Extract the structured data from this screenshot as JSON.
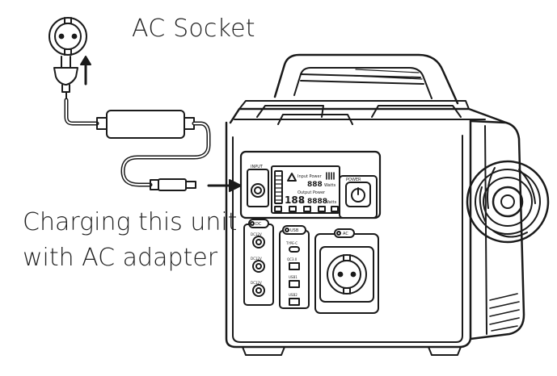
{
  "labels": {
    "ac_socket": "AC Socket",
    "charging_line1": "Charging this unit",
    "charging_line2": "with AC adapter"
  },
  "panel": {
    "input": "INPUT",
    "power": "POWER",
    "input_power": "Input Power",
    "output_power": "Output Power",
    "watts_top": "Watts",
    "watts_bottom": "Watts",
    "digits_top": "888",
    "digits_bottom": "8888",
    "percent": "188",
    "percent_sign": "%",
    "dc": "DC",
    "usb": "USB",
    "ac": "AC",
    "dc_ports": [
      "DC12V",
      "DC12V",
      "DC12V"
    ],
    "usb_ports": [
      "TYPE-C",
      "QC3.0",
      "USB1",
      "USB2"
    ]
  },
  "colors": {
    "line": "#1a1a1a",
    "text": "#222222",
    "background": "#ffffff"
  },
  "icons": [
    "wall-socket-icon",
    "plug-icon",
    "arrow-up-icon",
    "arrow-right-icon",
    "power-icon",
    "warning-icon",
    "battery-icon"
  ]
}
